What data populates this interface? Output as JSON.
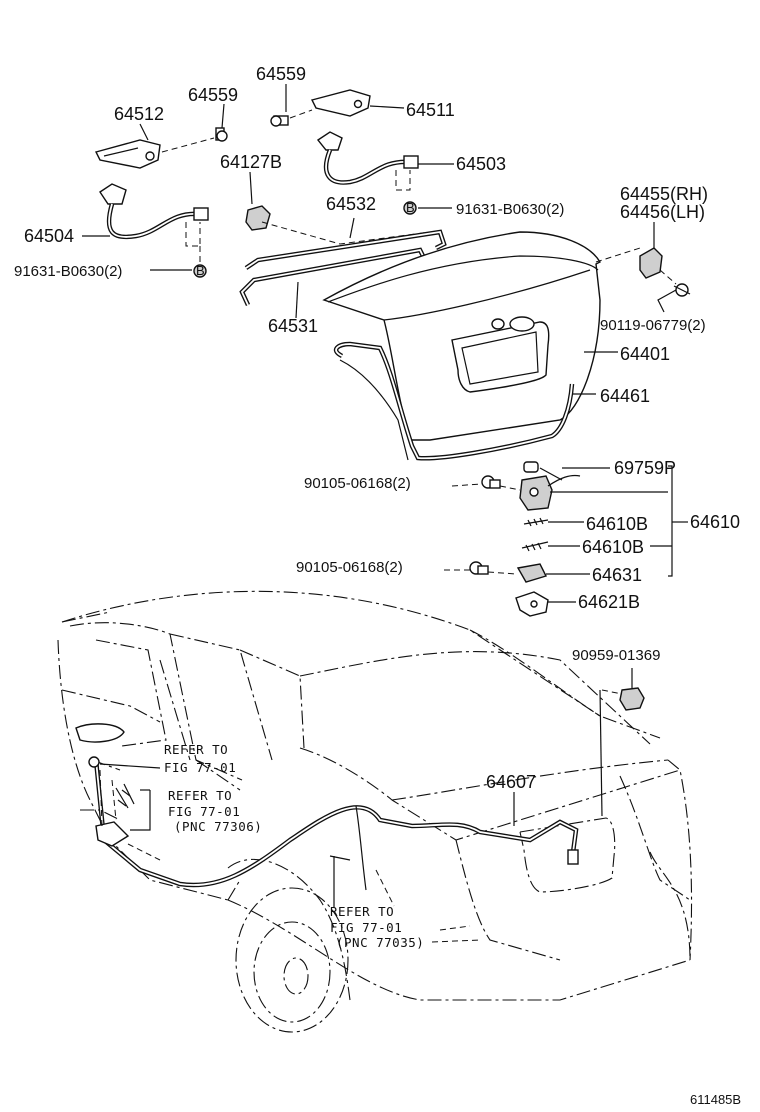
{
  "labels": {
    "p64559a": "64559",
    "p64512": "64512",
    "p64559b": "64559",
    "p64511": "64511",
    "p64127b": "64127B",
    "p64503": "64503",
    "p64455": "64455(RH)",
    "p64456": "64456(LH)",
    "p64532": "64532",
    "p91631a": "91631-B0630(2)",
    "p64504": "64504",
    "p91631b": "91631-B0630(2)",
    "p90119": "90119-06779(2)",
    "p64531": "64531",
    "p64401": "64401",
    "p64461": "64461",
    "p69759p": "69759P",
    "p90105a": "90105-06168(2)",
    "p64610b1": "64610B",
    "p64610": "64610",
    "p64610b2": "64610B",
    "p90105b": "90105-06168(2)",
    "p64631": "64631",
    "p64621b": "64621B",
    "p90959": "90959-01369",
    "p64607": "64607"
  },
  "refs": {
    "ref1_line1": "REFER TO",
    "ref1_line2": "FIG 77-01",
    "ref2_line1": "REFER TO",
    "ref2_line2": "FIG 77-01",
    "ref2_line3": "(PNC 77306)",
    "ref3_line1": "REFER TO",
    "ref3_line2": "FIG 77-01",
    "ref3_line3": "(PNC 77035)"
  },
  "markers": {
    "b_mark": "B"
  },
  "footer": {
    "diagram_code": "611485B"
  }
}
